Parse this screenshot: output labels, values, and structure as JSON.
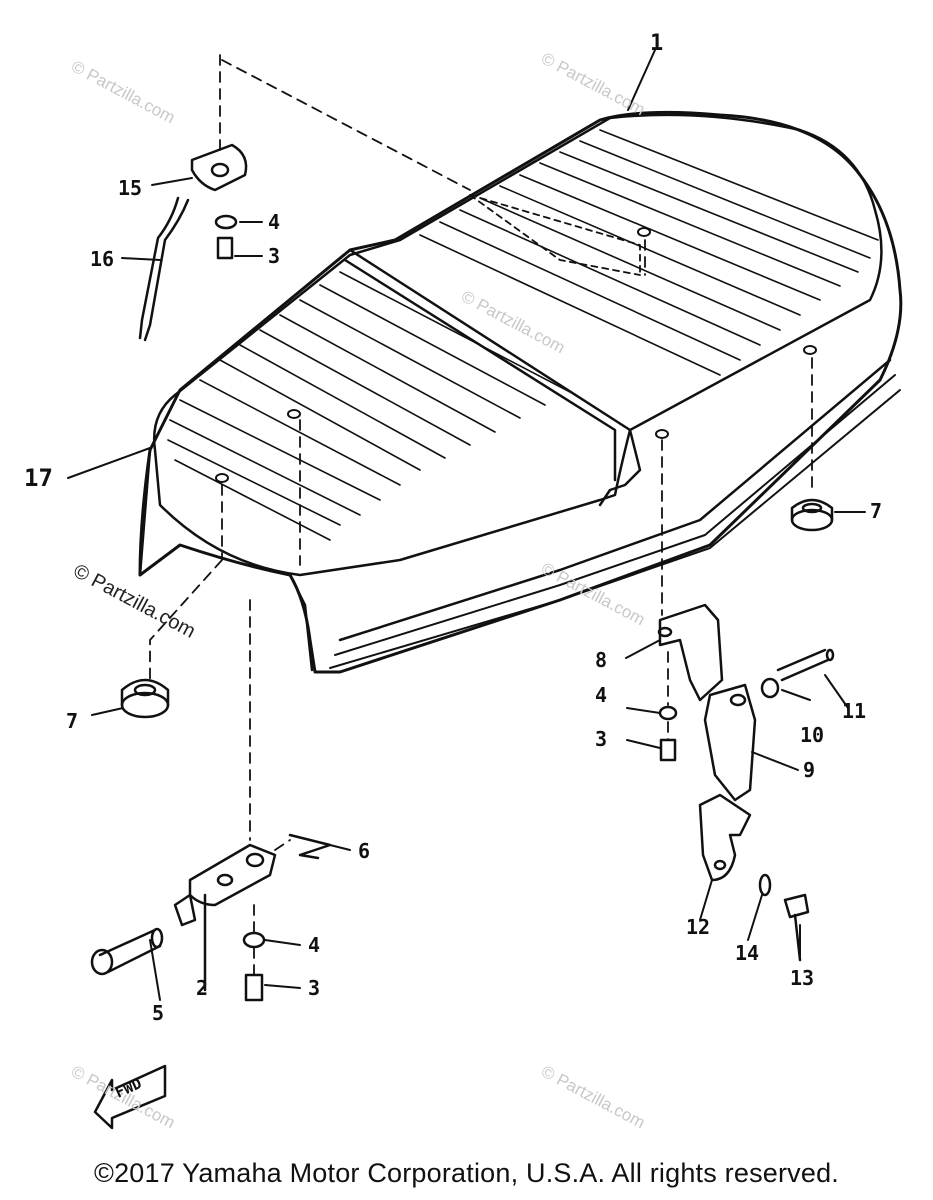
{
  "diagram": {
    "callouts": {
      "c1": "1",
      "c2": "2",
      "c3a": "3",
      "c3b": "3",
      "c3c": "3",
      "c4a": "4",
      "c4b": "4",
      "c4c": "4",
      "c5": "5",
      "c6": "6",
      "c7a": "7",
      "c7b": "7",
      "c8": "8",
      "c9": "9",
      "c10": "10",
      "c11": "11",
      "c12": "12",
      "c13": "13",
      "c14": "14",
      "c15": "15",
      "c16": "16",
      "c17": "17"
    },
    "fwd_label": "FWD"
  },
  "watermarks": {
    "w1": "© Partzilla.com",
    "w2": "© Partzilla.com",
    "w3": "© Partzilla.com",
    "w4": "© Partzilla.com",
    "w5": "© Partzilla.com",
    "w6": "© Partzilla.com",
    "w7": "© Partzilla.com"
  },
  "footer": {
    "copyright": "©2017  Yamaha Motor Corporation, U.S.A. All rights reserved."
  }
}
